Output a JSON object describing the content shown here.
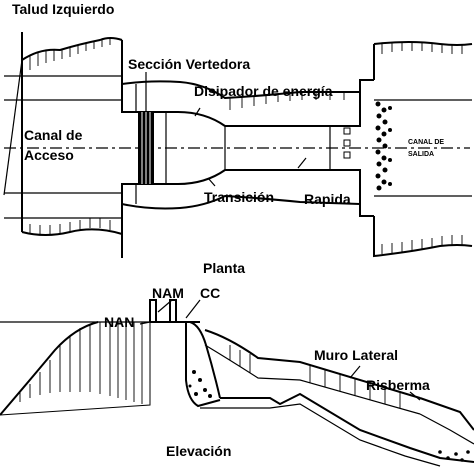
{
  "plan": {
    "title": "Planta",
    "labels": {
      "talud_izquierdo": "Talud Izquierdo",
      "seccion_vertedora": "Sección Vertedora",
      "disipador_energia": "Disipador de energía",
      "canal_acceso_1": "Canal de",
      "canal_acceso_2": "Acceso",
      "transicion": "Transición",
      "rapida": "Rapida",
      "canal_salida_1": "CANAL DE",
      "canal_salida_2": "SALIDA"
    }
  },
  "elevation": {
    "title": "Elevación",
    "labels": {
      "nam": "NAM",
      "cc": "CC",
      "nan": "NAN",
      "muro_lateral": "Muro Lateral",
      "risberma": "Risberma"
    }
  }
}
